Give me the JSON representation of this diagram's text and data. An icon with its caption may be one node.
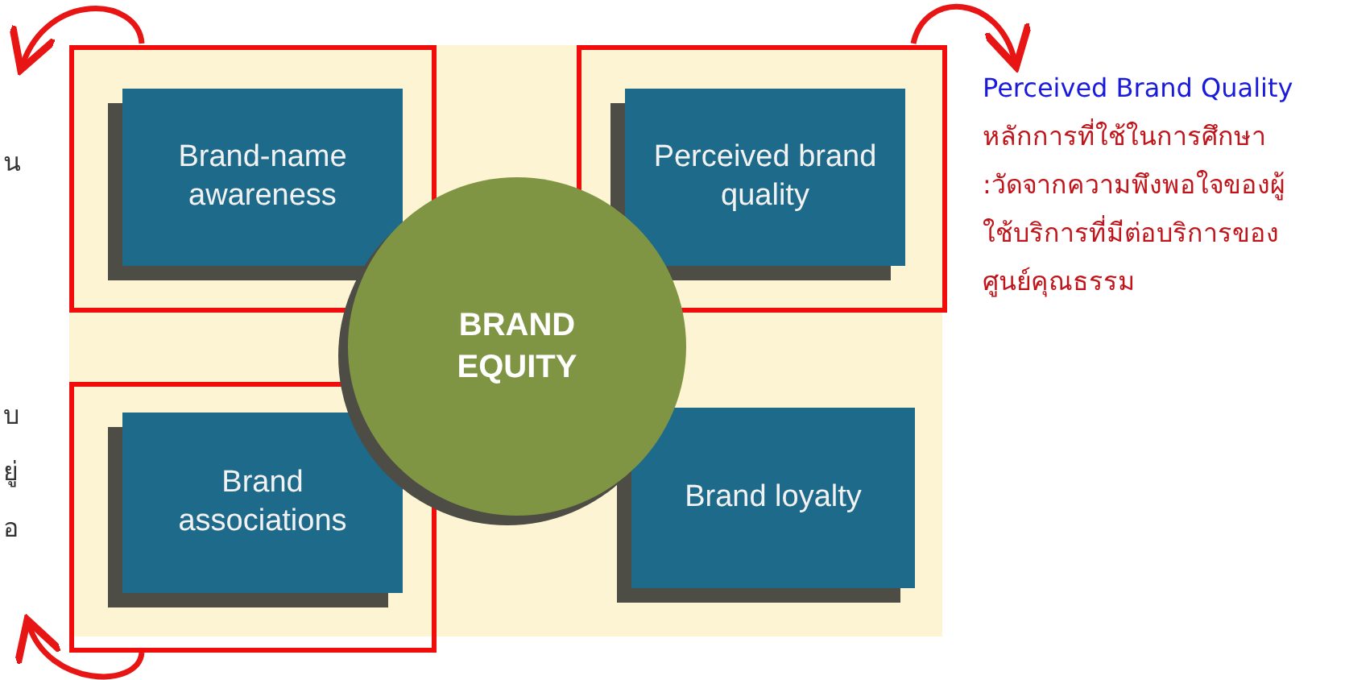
{
  "diagram": {
    "nodes": [
      {
        "text": [],
        "shape": "box"
      },
      {
        "text": [
          "Brand-name awareness"
        ],
        "in": 0
      },
      {
        "text": [],
        "shape": "box"
      },
      {
        "text": [
          "Perceived brand quality"
        ],
        "in": 2
      },
      {
        "text": [
          "BRAND EQUITY"
        ]
      },
      {
        "text": [],
        "shape": "box"
      },
      {
        "text": [
          "Brand associations"
        ],
        "in": 5
      },
      {
        "text": [
          "Brand loyalty"
        ]
      },
      {
        "text": [
          "Perceived Brand Quality",
          "หลักการที่ใช้ในการศึกษา :วัดจากความพึงพอใจของผู้ใช้บริการที่มีต่อบริการของศูนย์คุณธรรม"
        ]
      }
    ],
    "edges": [
      {
        "from": 0,
        "to": null,
        "arrow": "to"
      },
      {
        "from": 2,
        "to": 8,
        "arrow": "to"
      },
      {
        "from": 5,
        "to": null,
        "arrow": "to"
      }
    ],
    "labels": [
      "น",
      "บ",
      "ยู่",
      "อ"
    ]
  }
}
